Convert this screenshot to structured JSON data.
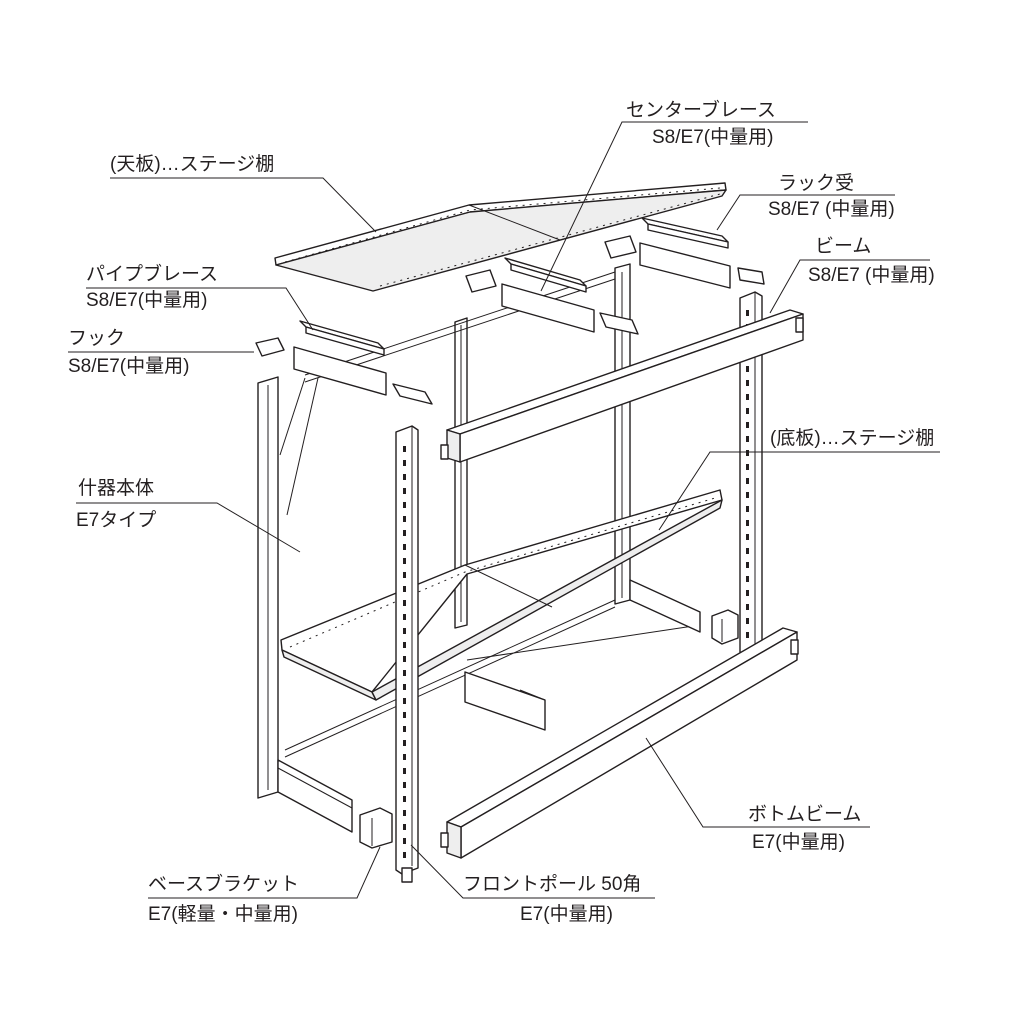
{
  "labels": {
    "center_brace": {
      "name": "センターブレース",
      "spec": "S8/E7(中量用)"
    },
    "top_shelf": {
      "name": "(天板)…ステージ棚"
    },
    "rack_support": {
      "name": "ラック受",
      "spec": "S8/E7 (中量用)"
    },
    "beam": {
      "name": "ビーム",
      "spec": "S8/E7 (中量用)"
    },
    "pipe_brace": {
      "name": "パイプブレース",
      "spec": "S8/E7(中量用)"
    },
    "hook": {
      "name": "フック",
      "spec": "S8/E7(中量用)"
    },
    "bottom_shelf": {
      "name": "(底板)…ステージ棚"
    },
    "fixture_body": {
      "name": "什器本体",
      "spec": "E7タイプ"
    },
    "bottom_beam": {
      "name": "ボトムビーム",
      "spec": "E7(中量用)"
    },
    "base_bracket": {
      "name": "ベースブラケット",
      "spec": "E7(軽量・中量用)"
    },
    "front_pole": {
      "name": "フロントポール 50角",
      "spec": "E7(中量用)"
    }
  },
  "colors": {
    "line": "#231f20",
    "background": "#ffffff"
  }
}
